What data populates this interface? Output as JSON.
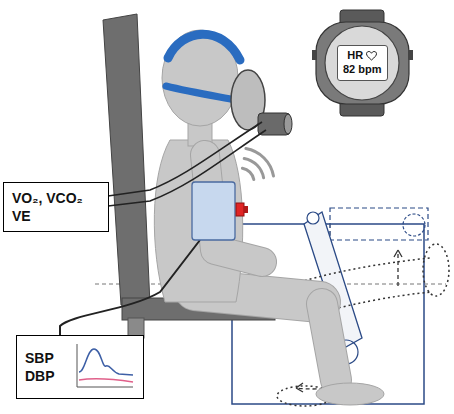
{
  "diagram": {
    "nodes": [
      {
        "text": [
          "HR",
          "82 bpm"
        ]
      },
      {
        "text": [
          "VO₂, VCO₂ VE"
        ]
      },
      {
        "text": [
          "SBP DBP"
        ]
      }
    ]
  }
}
